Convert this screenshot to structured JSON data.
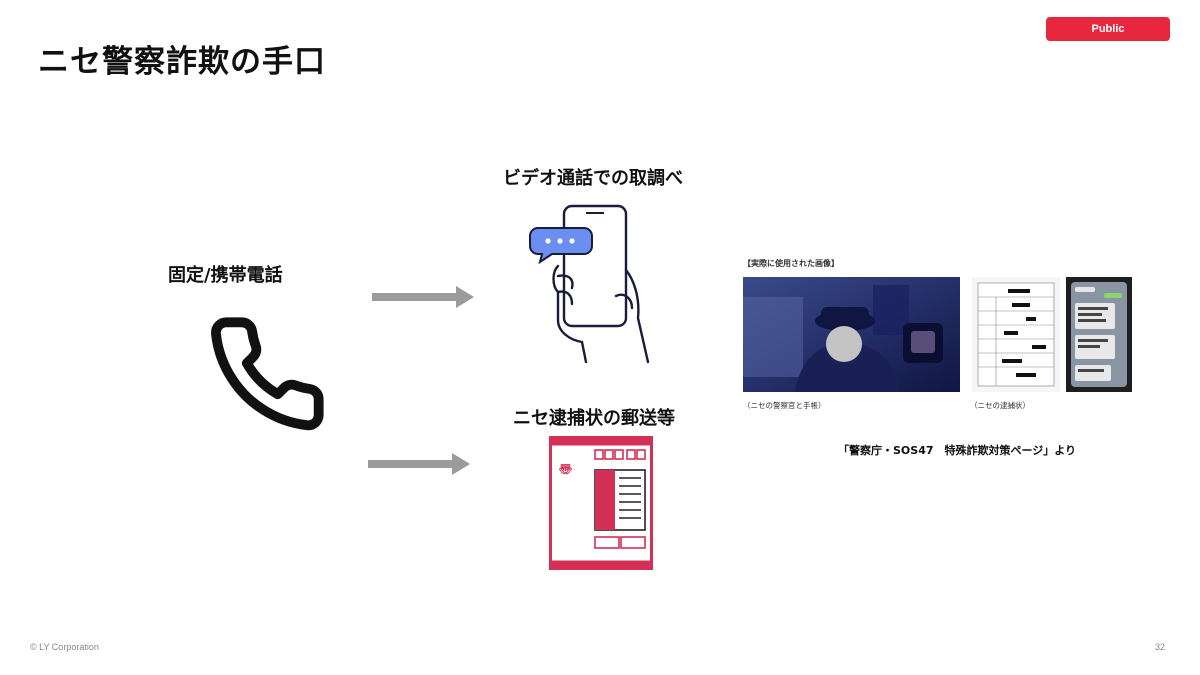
{
  "header": {
    "title": "ニセ警察詐欺の手口",
    "badge": "Public"
  },
  "left": {
    "label": "固定/携帯電話",
    "icon": "phone-icon"
  },
  "methods": [
    {
      "label": "ビデオ通話での取調べ",
      "icon": "smartphone-chat-icon"
    },
    {
      "label": "ニセ逮捕状の郵送等",
      "icon": "envelope-document-icon"
    }
  ],
  "evidence": {
    "heading": "【実際に使用された画像】",
    "caption_police": "（ニセの警察官と手帳）",
    "caption_warrant": "（ニセの逮捕状）",
    "source": "「警察庁・SOS47　特殊詐欺対策ページ」より"
  },
  "footer": {
    "copyright": "© LY Corporation",
    "page_number": "32"
  },
  "colors": {
    "accent": "#e8263d",
    "arrow": "#9b9b9b",
    "bubble": "#6b8ff0"
  }
}
